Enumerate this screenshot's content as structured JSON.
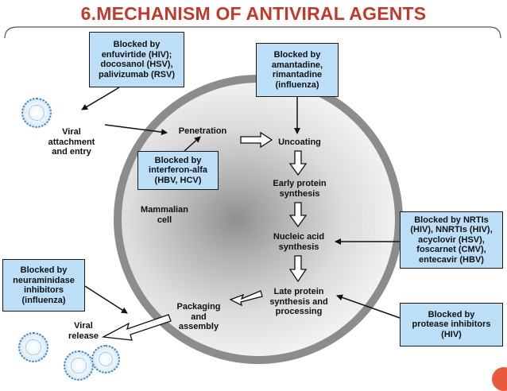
{
  "title": "6.MECHANISM OF ANTIVIRAL AGENTS",
  "cell_label": "Mammalian\ncell",
  "stages": {
    "attachment": "Viral\nattachment\nand entry",
    "penetration": "Penetration",
    "uncoating": "Uncoating",
    "early_protein": "Early protein\nsynthesis",
    "nucleic_acid": "Nucleic acid\nsynthesis",
    "late_protein": "Late protein\nsynthesis and\nprocessing",
    "packaging": "Packaging\nand\nassembly",
    "release": "Viral\nrelease"
  },
  "blockers": {
    "entry": "Blocked by\nenfuvirtide (HIV);\ndocosanol (HSV),\npalivizumab (RSV)",
    "uncoating": "Blocked by\namantadine,\nrimantadine\n(influenza)",
    "penetration": "Blocked by\ninterferon-alfa\n(HBV, HCV)",
    "nucleic_acid": "Blocked by NRTIs\n(HIV), NNRTIs (HIV),\nacyclovir (HSV),\nfoscarnet (CMV),\nentecavir (HBV)",
    "release": "Blocked by\nneuraminidase\ninhibitors\n(influenza)",
    "late_protein": "Blocked by\nprotease inhibitors\n(HIV)"
  },
  "colors": {
    "title": "#c0392b",
    "box_fill": "#bcdff7",
    "cell_membrane": "#8c8c8c",
    "virus": "#3d7fb3"
  }
}
